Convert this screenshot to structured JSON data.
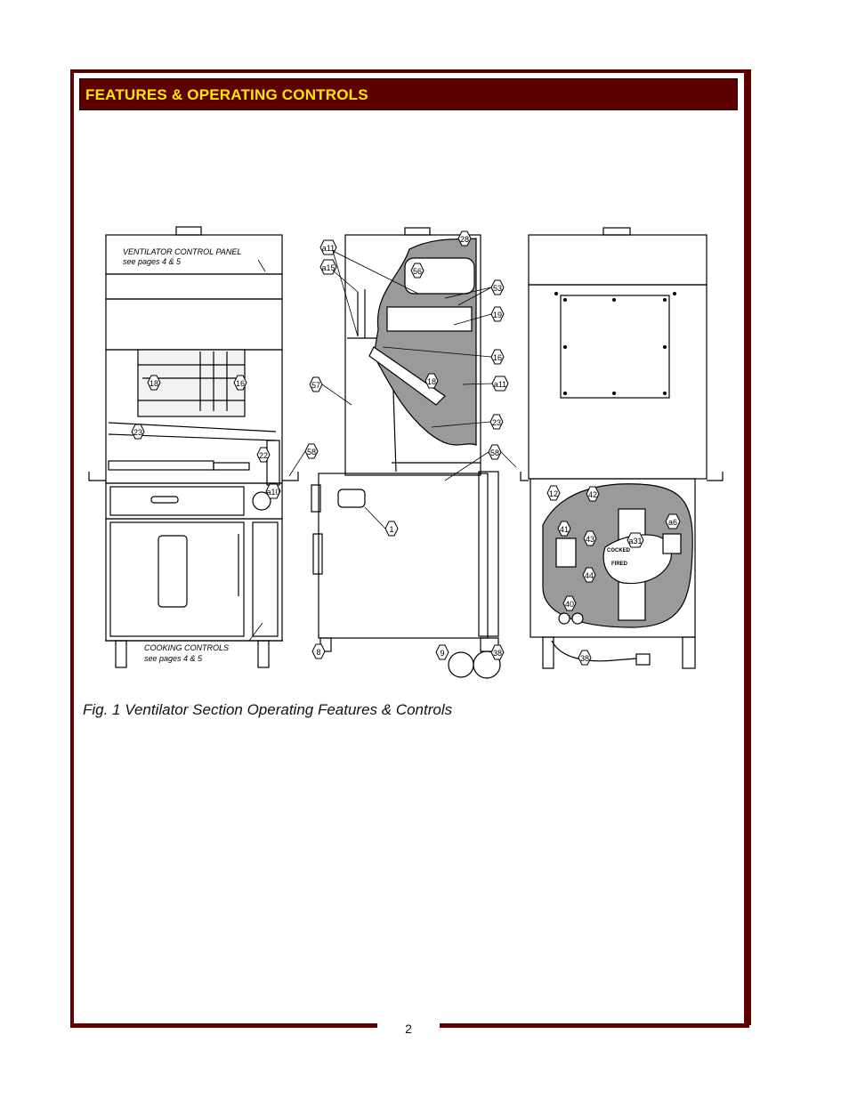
{
  "header": {
    "title": "FEATURES & OPERATING CONTROLS"
  },
  "figure": {
    "caption": "Fig. 1  Ventilator Section Operating Features & Controls",
    "front_view": {
      "panel_label_line1": "VENTILATOR CONTROL PANEL",
      "panel_label_line2": "see pages 4 & 5",
      "cooking_label_line1": "COOKING CONTROLS",
      "cooking_label_line2": "see pages 4 & 5",
      "callouts": [
        "18",
        "16",
        "23",
        "22",
        "58",
        "a10",
        "8"
      ]
    },
    "side_view": {
      "callouts": [
        "a11",
        "a15",
        "28",
        "56",
        "53",
        "19",
        "16",
        "a11",
        "57",
        "18",
        "23",
        "58",
        "1",
        "9",
        "38"
      ]
    },
    "rear_view": {
      "callouts": [
        "12",
        "42",
        "41",
        "43",
        "a31",
        "a6",
        "44",
        "40",
        "38"
      ],
      "breaker_label_1": "COCKED",
      "breaker_label_2": "FIRED"
    }
  },
  "footer": {
    "page_number": "2"
  },
  "colors": {
    "frame": "#5c0000",
    "title_text": "#ffe600",
    "cutaway": "#9a9a9a"
  }
}
